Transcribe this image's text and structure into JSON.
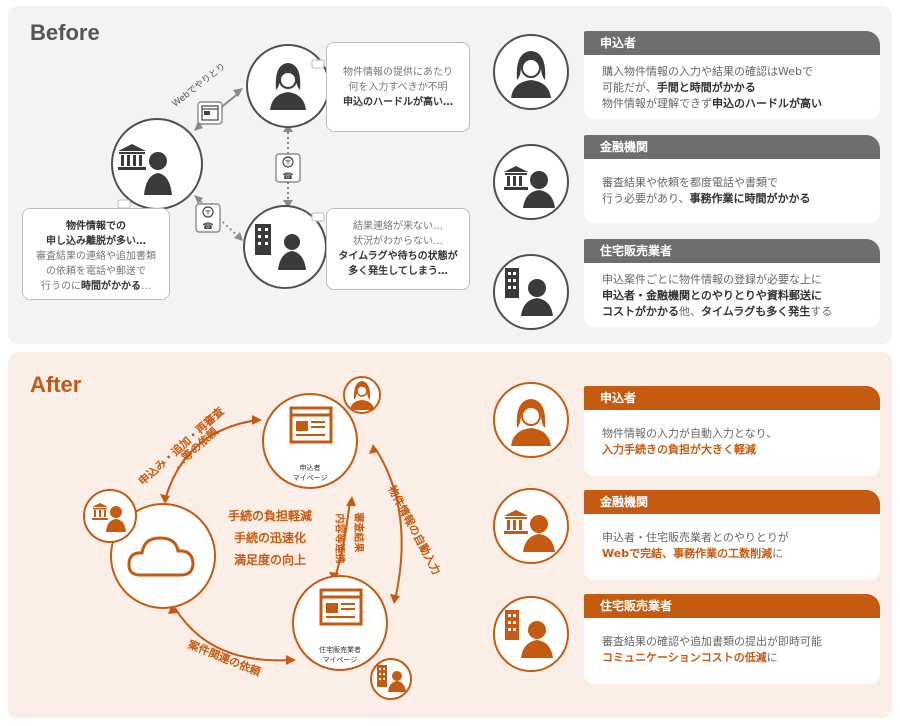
{
  "before": {
    "title": "Before",
    "arrow_label_web": "Webでやりとり",
    "bubble_applicant": {
      "lines": [
        "物件情報の提供にあたり",
        "何を入力すべきか不明"
      ],
      "strong": "申込のハードルが高い…"
    },
    "bubble_finance": {
      "strong_lines": [
        "物件情報での",
        "申し込み離脱が多い…"
      ],
      "lines": [
        "審査結果の連絡や追加書類",
        "の依頼を電話や郵送で"
      ],
      "last_prefix": "行うのに",
      "last_strong": "時間がかかる",
      "last_suffix": "…"
    },
    "bubble_realtor": {
      "lines": [
        "結果連絡が来ない…",
        "状況がわからない…"
      ],
      "strong_lines": [
        "タイムラグや待ちの状態が",
        "多く発生してしまう…"
      ]
    },
    "cards": [
      {
        "title": "申込者",
        "segments": [
          [
            "購入物件情報の入力や結果の確認はWebで",
            false
          ],
          [
            "可能だが、",
            false
          ],
          [
            "手間と時間がかかる",
            true
          ],
          [
            "物件情報が理解できず",
            false
          ],
          [
            "申込のハードルが高い",
            true
          ]
        ]
      },
      {
        "title": "金融機関",
        "segments": [
          [
            "審査結果や依頼を都度電話や書類で",
            false
          ],
          [
            "行う必要があり、",
            false
          ],
          [
            "事務作業に時間がかかる",
            true
          ]
        ]
      },
      {
        "title": "住宅販売業者",
        "segments": [
          [
            "申込案件ごとに物件情報の登録が必要な上に",
            false
          ],
          [
            "申込者・金融機関とのやりとりや資料郵送に",
            true
          ],
          [
            "コストがかかる",
            true
          ],
          [
            "他、",
            false
          ],
          [
            "タイムラグも多く発生",
            true
          ],
          [
            "する",
            false
          ]
        ]
      }
    ]
  },
  "after": {
    "title": "After",
    "arc_top_left": [
      "申込み・追加・再審査",
      "…等の依頼"
    ],
    "arc_right": "物件情報の自動入力",
    "arc_inner": [
      "審査結果",
      "内容等連携"
    ],
    "arc_bottom": "案件関連の依頼",
    "mypage_applicant": [
      "申込者",
      "マイページ"
    ],
    "mypage_realtor": [
      "住宅販売業者",
      "マイページ"
    ],
    "center": [
      "手続の負担軽減",
      "手続の迅速化",
      "満足度の向上"
    ],
    "cards": [
      {
        "title": "申込者",
        "segments": [
          [
            "物件情報の入力が自動入力となり、",
            false
          ],
          [
            "入力手続きの負担が大きく軽減",
            true
          ]
        ]
      },
      {
        "title": "金融機関",
        "segments": [
          [
            "申込者・住宅販売業者とのやりとりが",
            false
          ],
          [
            "Webで完結、事務作業の工数削減",
            true
          ],
          [
            "に",
            false
          ]
        ]
      },
      {
        "title": "住宅販売業者",
        "segments": [
          [
            "審査結果の確認や追加書類の提出が即時可能",
            false
          ],
          [
            "コミュニケーションコストの低減",
            true
          ],
          [
            "に",
            false
          ]
        ]
      }
    ]
  },
  "colors": {
    "orange": "#c55a11",
    "gray_dark": "#4f4f4f",
    "before_bg": "#f3f3f3",
    "after_bg": "#fbeee6"
  }
}
